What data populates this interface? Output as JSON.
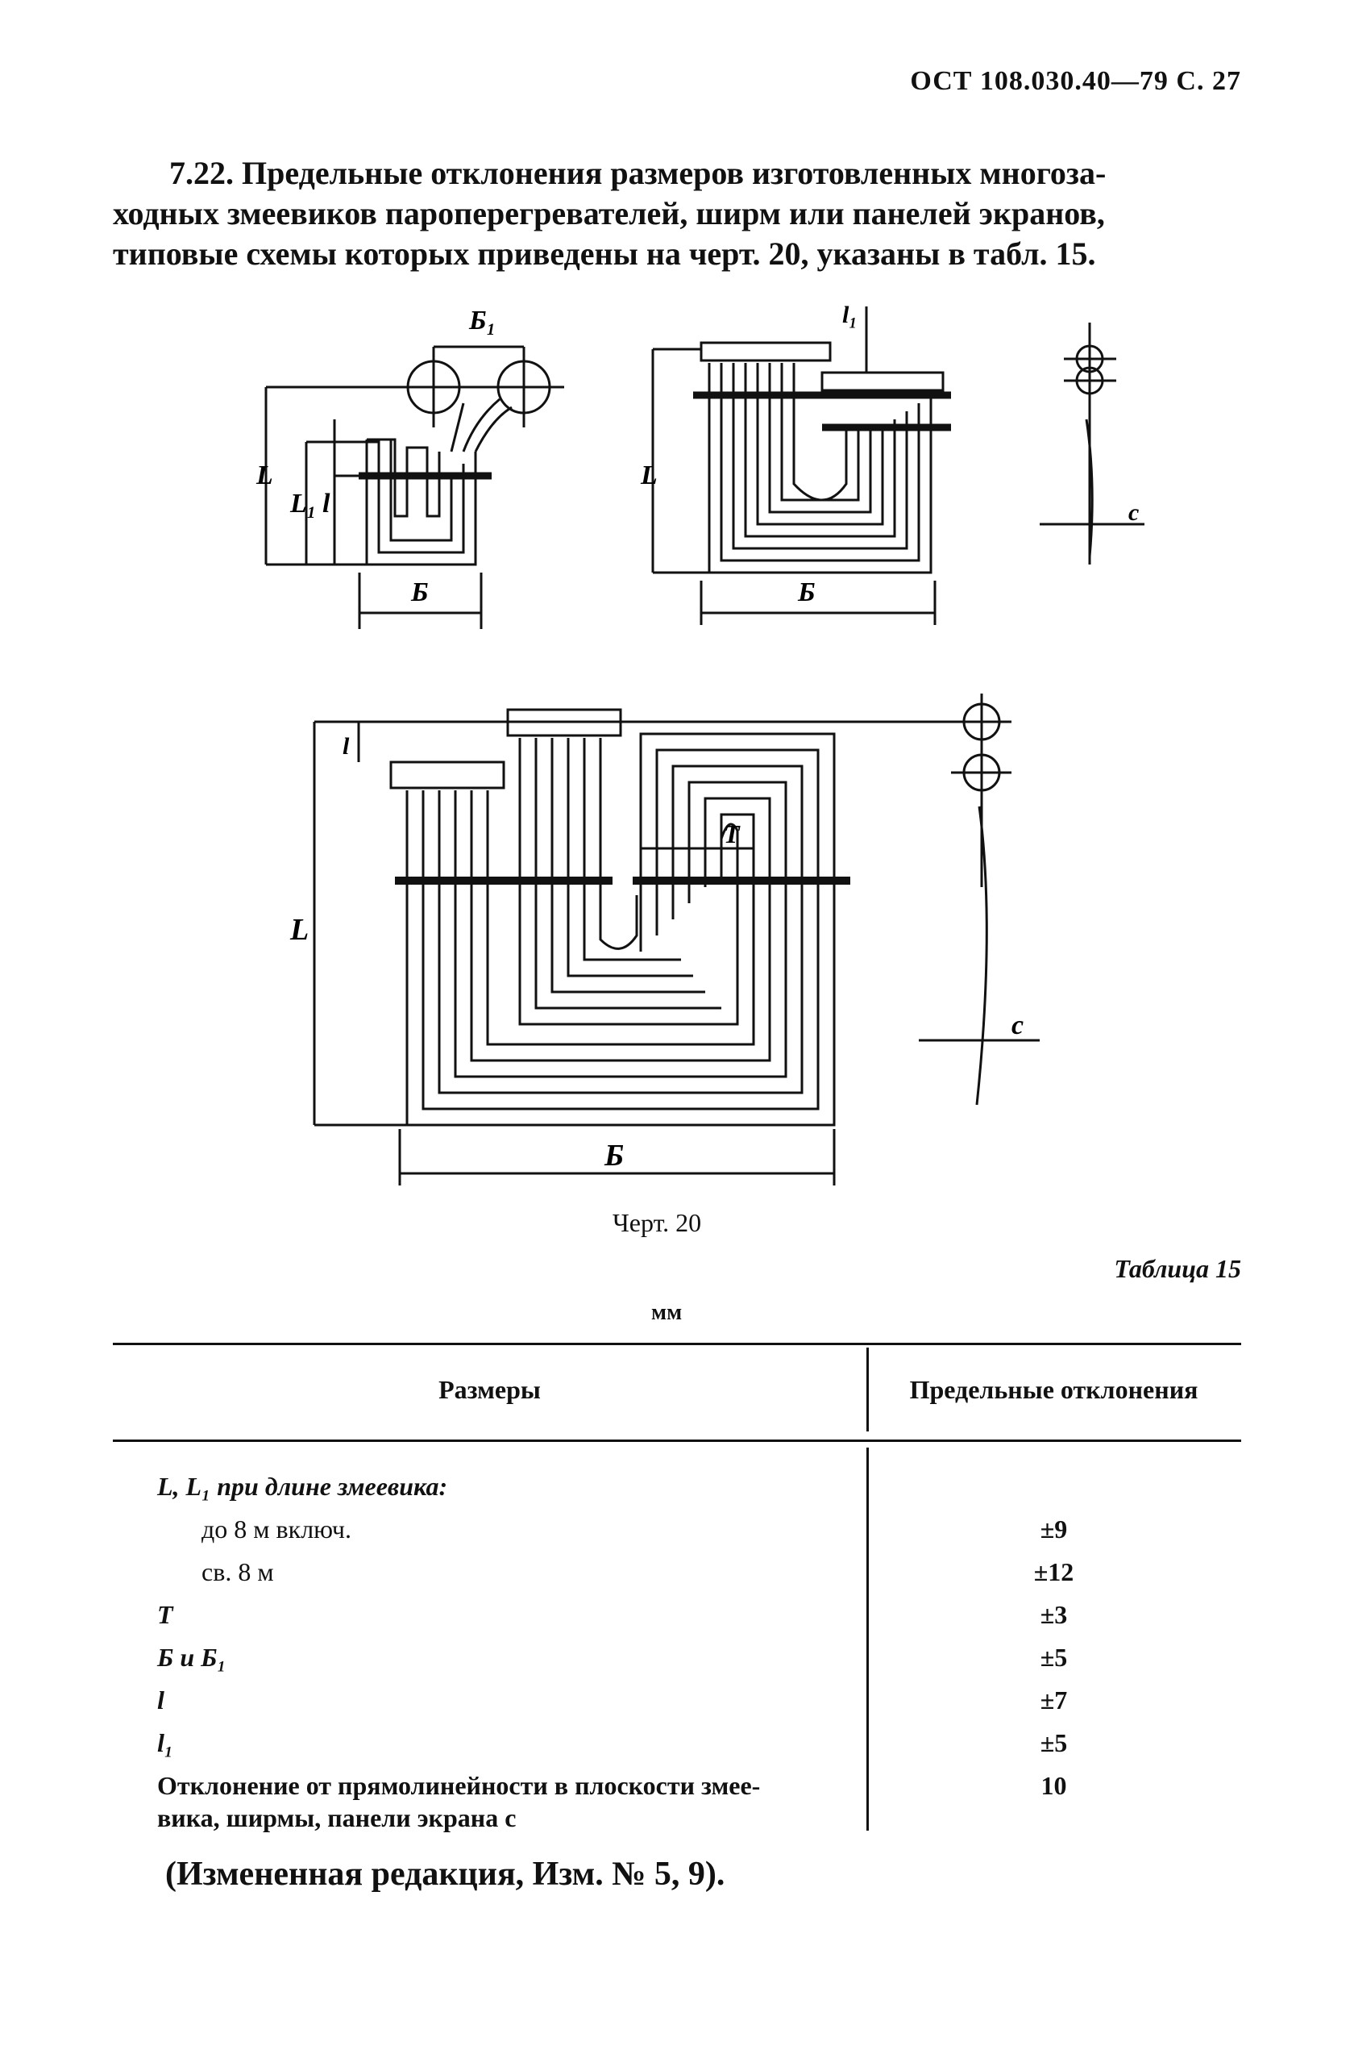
{
  "header": {
    "doc_ref": "ОСТ 108.030.40—79 С. 27"
  },
  "paragraph": {
    "lines": [
      "7.22. Предельные отклонения размеров изготовленных многоза-",
      "ходных змеевиков пароперегревателей, ширм или панелей экранов,",
      "типовые схемы которых приведены на черт. 20, указаны в табл. 15."
    ]
  },
  "figure": {
    "labels": {
      "L": "L",
      "L1": "L₁",
      "l": "l",
      "l1": "l₁",
      "B": "Б",
      "B1": "Б₁",
      "T": "T",
      "c": "c"
    },
    "caption": "Черт. 20"
  },
  "table": {
    "title": "Таблица 15",
    "unit": "мм",
    "headers": [
      "Размеры",
      "Предельные отклонения"
    ],
    "rows": [
      {
        "size": "L, L₁ при длине змеевика:",
        "tolerance": ""
      },
      {
        "size": "до 8 м включ.",
        "tolerance": "±9"
      },
      {
        "size": "св. 8 м",
        "tolerance": "±12"
      },
      {
        "size": "T",
        "tolerance": "±3"
      },
      {
        "size": "Б и Б₁",
        "tolerance": "±5"
      },
      {
        "size": "l",
        "tolerance": "±7"
      },
      {
        "size": "l₁",
        "tolerance": "±5"
      },
      {
        "size": "Отклонение от прямолинейности в плоскости змее-",
        "tolerance": "10"
      },
      {
        "size": "вика, ширмы, панели экрана c",
        "tolerance": ""
      }
    ]
  },
  "note": "(Измененная редакция, Изм. № 5, 9)."
}
